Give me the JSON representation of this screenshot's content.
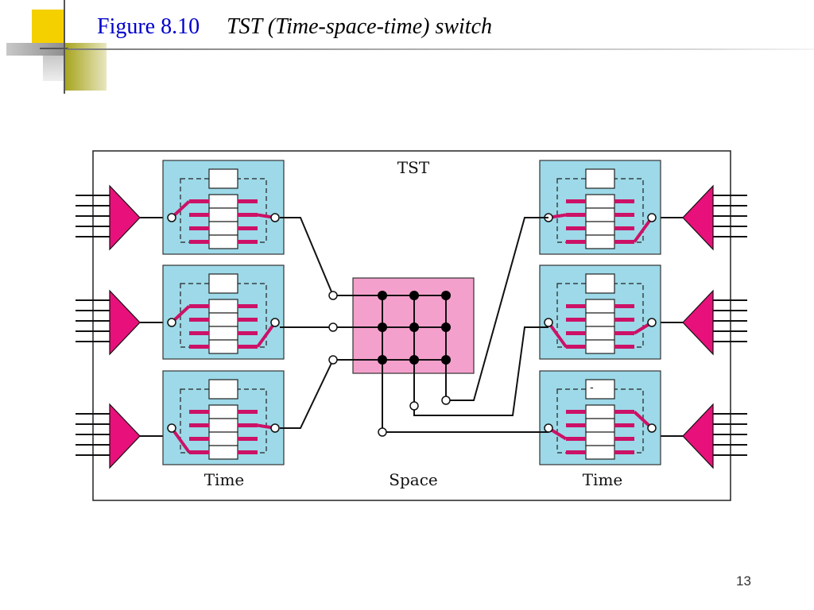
{
  "slide": {
    "figure_number": "Figure 8.10",
    "title": "TST (Time-space-time) switch",
    "page_number": "13"
  },
  "diagram": {
    "box_label": "TST",
    "stage_labels": {
      "left": "Time",
      "middle": "Space",
      "right": "Time"
    },
    "right_bottom_slot_text": "-"
  },
  "colors": {
    "time_slot_interchange_fill": "#9dd9e8",
    "space_switch_fill": "#f4a0cc",
    "mux_demux_fill": "#e8107a",
    "control_bar": "#cc1166",
    "title_blue": "#0000cc"
  }
}
